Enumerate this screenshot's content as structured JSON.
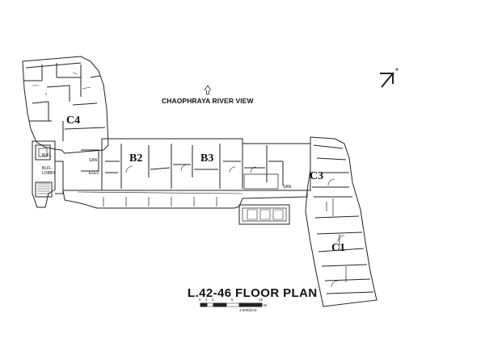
{
  "plan": {
    "title": "L.42-46  FLOOR PLAN",
    "view_label": "CHAOPHRAYA RIVER VIEW",
    "units": {
      "c4": "C4",
      "b2": "B2",
      "b3": "B3",
      "c3": "C3",
      "c1": "C1"
    },
    "rooms": {
      "blfl_top": "BLFL",
      "blfl_lobby": "BLFL LOBBY",
      "san_left": "SAN",
      "elec": "ELEC",
      "san_right": "SAN"
    },
    "scale": {
      "ticks": [
        "0",
        "1",
        "2",
        "5",
        "10"
      ],
      "unit": "M.",
      "ratio": "1:200@A3"
    },
    "north_icon": "north-arrow-icon",
    "view_icon": "up-arrow-icon",
    "colors": {
      "line": "#222222",
      "background": "#ffffff"
    }
  }
}
